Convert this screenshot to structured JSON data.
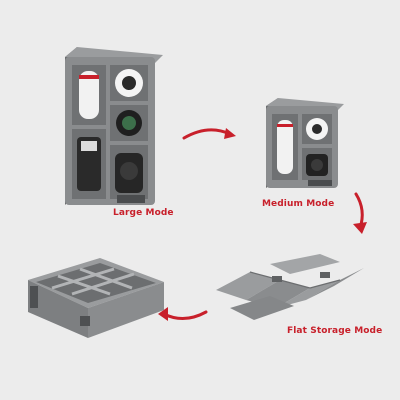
{
  "modes": [
    {
      "id": "large",
      "label": "Large Mode"
    },
    {
      "id": "medium",
      "label": "Medium Mode"
    },
    {
      "id": "flat",
      "label": "Flat Storage Mode"
    },
    {
      "id": "tray",
      "label": ""
    }
  ],
  "colors": {
    "background": "#ececec",
    "insert_gray": "#8a8c8e",
    "insert_dark": "#5f6163",
    "accent_red": "#c8202b"
  }
}
